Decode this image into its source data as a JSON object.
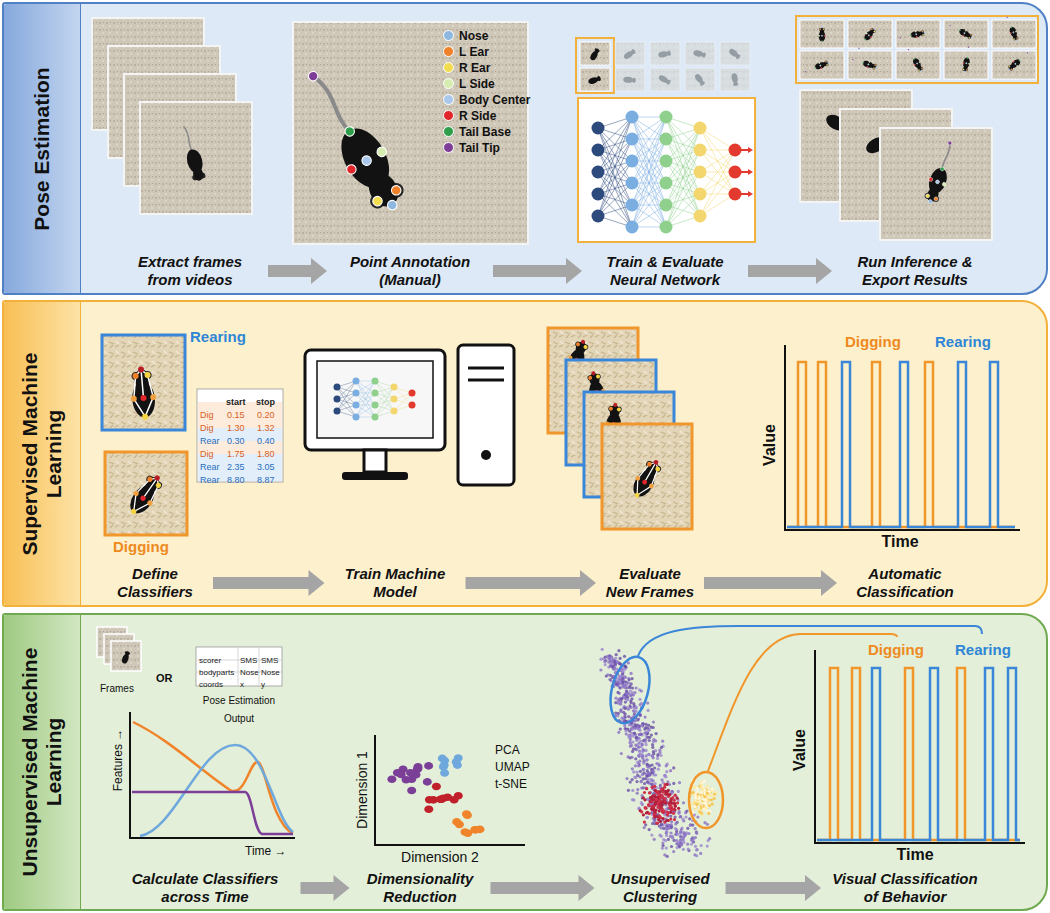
{
  "diagram": {
    "nodes": [
      {
        "text": [
          "Pose Estimation"
        ]
      },
      {
        "text": [
          "Extract frames from videos"
        ],
        "in": 0
      },
      {
        "text": [
          "Point Annotation (Manual)"
        ],
        "in": 0
      },
      {
        "text": [
          "Train & Evaluate Neural Network"
        ],
        "in": 0
      },
      {
        "text": [
          "Run Inference & Export Results"
        ],
        "in": 0
      },
      {
        "text": [
          "Supervised Machine Learning"
        ]
      },
      {
        "text": [
          "Define Classifiers"
        ],
        "in": 5
      },
      {
        "text": [
          "Train Machine Model"
        ],
        "in": 5
      },
      {
        "text": [
          "Evaluate New Frames"
        ],
        "in": 5
      },
      {
        "text": [
          "Automatic Classification"
        ],
        "in": 5
      },
      {
        "text": [
          "Unsupervised Machine Learning"
        ]
      },
      {
        "text": [
          "Calculate Classifiers across Time"
        ],
        "in": 10
      },
      {
        "text": [
          "Dimensionality Reduction"
        ],
        "in": 10
      },
      {
        "text": [
          "Unsupervised Clustering"
        ],
        "in": 10
      },
      {
        "text": [
          "Visual Classification of Behavior"
        ],
        "in": 10
      }
    ],
    "edges": [
      {
        "from": 1,
        "to": 2,
        "arrow": "to"
      },
      {
        "from": 2,
        "to": 3,
        "arrow": "to"
      },
      {
        "from": 3,
        "to": 4,
        "arrow": "to"
      },
      {
        "from": 6,
        "to": 7,
        "arrow": "to"
      },
      {
        "from": 7,
        "to": 8,
        "arrow": "to"
      },
      {
        "from": 8,
        "to": 9,
        "arrow": "to"
      },
      {
        "from": 11,
        "to": 12,
        "arrow": "to"
      },
      {
        "from": 12,
        "to": 13,
        "arrow": "to"
      },
      {
        "from": 13,
        "to": 14,
        "arrow": "to"
      }
    ],
    "labels": [
      "Rearing",
      "Digging",
      "start",
      "stop",
      "Dig",
      "0.15",
      "0.20",
      "Dig",
      "1.30",
      "1.32",
      "Rear",
      "0.30",
      "0.40",
      "Dig",
      "1.75",
      "1.80",
      "Rear",
      "2.35",
      "3.05",
      "Rear",
      "8.80",
      "8.87",
      "Digging",
      "Rearing",
      "Value",
      "Time",
      "Frames",
      "OR",
      "scorer",
      "SMS",
      "SMS",
      "bodyparts",
      "Nose",
      "Nose",
      "coords",
      "x",
      "y",
      "Pose Estimation Output",
      "Features →",
      "Time →",
      "Dimension 1",
      "Dimension 2",
      "PCA",
      "UMAP",
      "t-SNE",
      "Digging",
      "Rearing",
      "Value",
      "Time"
    ],
    "legend": [
      {
        "text": "Nose",
        "color": "#8fb8e0"
      },
      {
        "text": "L Ear",
        "color": "#f0802a"
      },
      {
        "text": "R Ear",
        "color": "#f2dc50"
      },
      {
        "text": "L Side",
        "color": "#d6ecb0"
      },
      {
        "text": "Body Center",
        "color": "#a9c8ec"
      },
      {
        "text": "R Side",
        "color": "#e0262a"
      },
      {
        "text": "Tail Base",
        "color": "#2e9e4a"
      },
      {
        "text": "Tail Tip",
        "color": "#7e3e98"
      }
    ]
  }
}
